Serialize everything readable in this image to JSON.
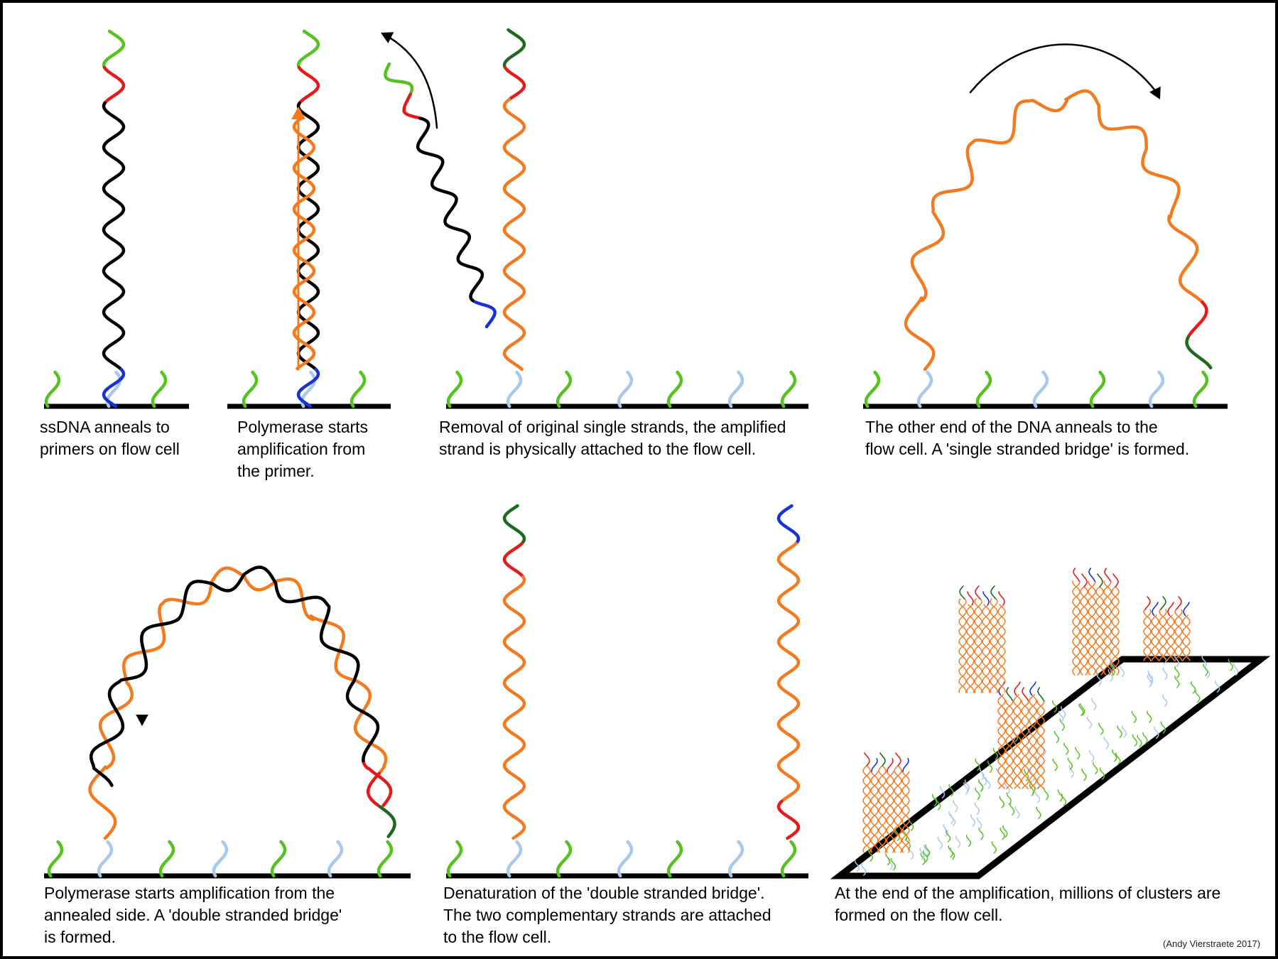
{
  "captions": {
    "step1": "ssDNA anneals to\nprimers on flow cell",
    "step2": "Polymerase starts\namplification from\nthe primer.",
    "step3": "Removal of original single strands, the amplified\nstrand is physically attached to the flow cell.",
    "step4": "The other end of the DNA anneals to the\nflow cell. A 'single stranded bridge' is formed.",
    "step5": "Polymerase starts amplification from the\nannealed side.  A 'double stranded bridge'\nis formed.",
    "step6": "Denaturation of the 'double stranded bridge'.\nThe two complementary strands are attached\nto the flow cell.",
    "step7": "At the end of the amplification, millions of clusters are\nformed on the flow cell."
  },
  "credit": "(Andy Vierstraete 2017)",
  "colors": {
    "template": "#000000",
    "amplified": "#f47a20",
    "primer_green": "#55c21f",
    "primer_lightblue": "#a9c8ee",
    "adapter_red": "#e51b1b",
    "adapter_darkgreen": "#1e6b1e",
    "adapter_blue": "#1533d6",
    "flowcell": "#000000"
  }
}
